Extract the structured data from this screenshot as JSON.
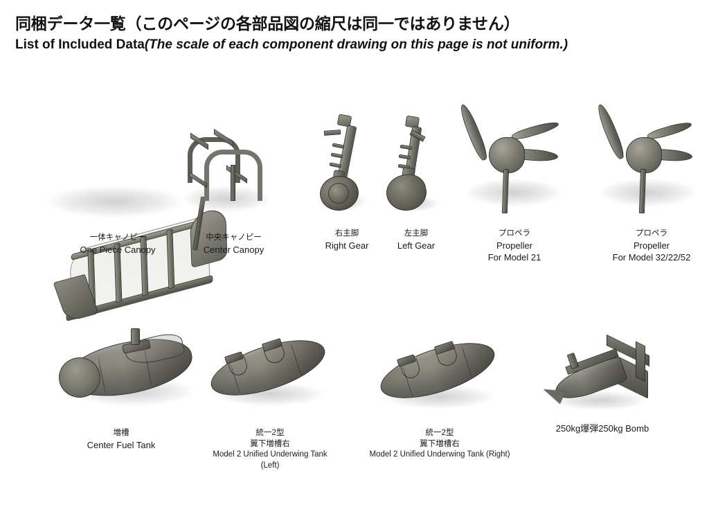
{
  "header": {
    "title_jp": "同梱データ一覧（このページの各部品図の縮尺は同一ではありません）",
    "title_en": "List of Included Data",
    "title_note": "(The scale of each component drawing on this page is not uniform.)"
  },
  "colors": {
    "background": "#ffffff",
    "text": "#1a1a1a",
    "part_metal_light": "#9a998e",
    "part_metal_mid": "#7a7970",
    "part_metal_dark": "#4e4d46",
    "part_outline": "#34342e",
    "shadow": "#8c8c8c"
  },
  "parts": {
    "row1": [
      {
        "id": "one-piece-canopy",
        "label_jp": "一体キャノピー",
        "label_en": "One Piece Canopy",
        "label_en2": "",
        "label_en3": ""
      },
      {
        "id": "center-canopy",
        "label_jp": "中央キャノピー",
        "label_en": "Center Canopy",
        "label_en2": "",
        "label_en3": ""
      },
      {
        "id": "right-gear",
        "label_jp": "右主脚",
        "label_en": "Right Gear",
        "label_en2": "",
        "label_en3": ""
      },
      {
        "id": "left-gear",
        "label_jp": "左主脚",
        "label_en": "Left Gear",
        "label_en2": "",
        "label_en3": ""
      },
      {
        "id": "propeller-model-21",
        "label_jp": "プロペラ",
        "label_en": "Propeller",
        "label_en2": "For Model 21",
        "label_en3": ""
      },
      {
        "id": "propeller-model-32-22-52",
        "label_jp": "プロペラ",
        "label_en": "Propeller",
        "label_en2": "For Model 32/22/52",
        "label_en3": ""
      }
    ],
    "row2": [
      {
        "id": "center-fuel-tank",
        "label_jp": "増槽",
        "label_jp2": "",
        "label_en": "Center Fuel Tank",
        "label_en2": "",
        "label_en3": ""
      },
      {
        "id": "underwing-tank-left",
        "label_jp": "統一2型",
        "label_jp2": "翼下増槽右",
        "label_en": "Model 2 Unified Underwing Tank",
        "label_en2": "(Left)",
        "label_en3": ""
      },
      {
        "id": "underwing-tank-right",
        "label_jp": "統一2型",
        "label_jp2": "翼下増槽右",
        "label_en": "Model 2 Unified Underwing Tank (Right)",
        "label_en2": "",
        "label_en3": ""
      },
      {
        "id": "bomb-250kg",
        "label_jp": "",
        "label_jp2": "",
        "label_en": "250kg爆弾250kg Bomb",
        "label_en2": "",
        "label_en3": ""
      }
    ]
  }
}
